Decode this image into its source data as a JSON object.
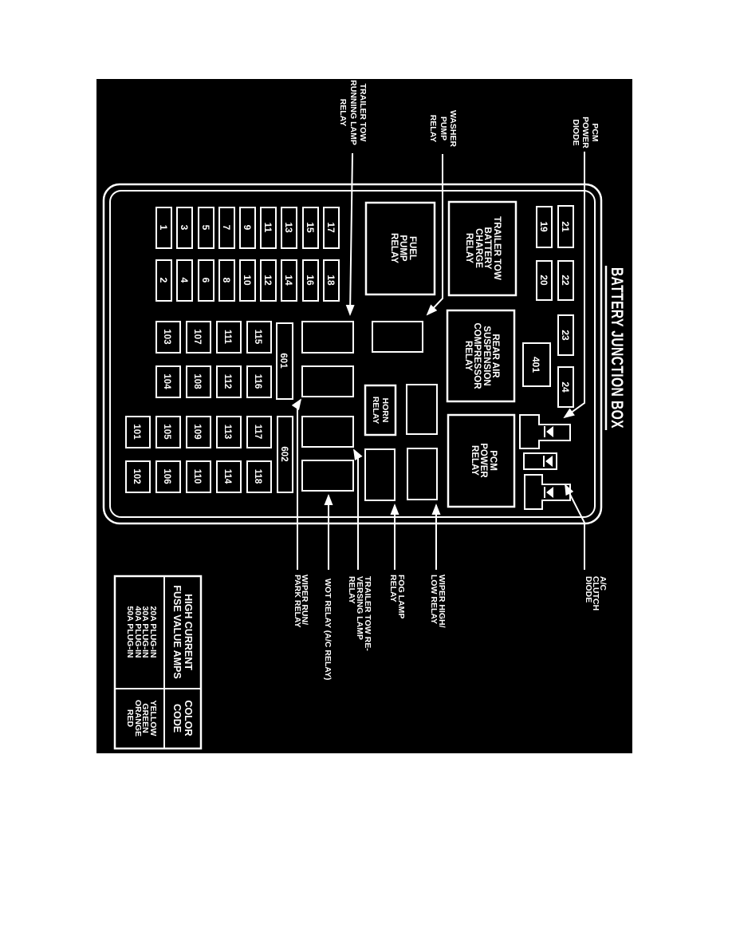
{
  "colors": {
    "page_background": "#ffffff",
    "diagram_background": "#000000",
    "line_and_text": "#ffffff"
  },
  "title": "BATTERY JUNCTION BOX",
  "callouts": {
    "pcm_diode": [
      "PCM",
      "POWER",
      "DIODE"
    ],
    "washer": [
      "WASHER",
      "PUMP",
      "RELAY"
    ],
    "trailer_running": [
      "TRAILER TOW",
      "RUNNING LAMP",
      "RELAY"
    ],
    "ac_diode": [
      "A/C",
      "CLUTCH",
      "DIODE"
    ],
    "wiper_hilo": [
      "WIPER HIGH/",
      "LOW RELAY"
    ],
    "fog": [
      "FOG LAMP",
      "RELAY"
    ],
    "trailer_reversing": [
      "TRAILER TOW RE-",
      "VERSING LAMP",
      "RELAY"
    ],
    "wot": "WOT RELAY  (A/C RELAY)",
    "wiper_run": [
      "WIPER RUN/",
      "PARK RELAY"
    ]
  },
  "relays": {
    "trailer_charge": [
      "TRAILER TOW",
      "BATTERY",
      "CHARGE",
      "RELAY"
    ],
    "rear_air": [
      "REAR AIR",
      "SUSPENSION",
      "COMPRESSOR",
      "RELAY"
    ],
    "pcm_power": [
      "PCM",
      "POWER",
      "RELAY"
    ],
    "fuel_pump": [
      "FUEL",
      "PUMP",
      "RELAY"
    ],
    "horn": [
      "HORN",
      "RELAY"
    ]
  },
  "fuses": {
    "odd_column": [
      "17",
      "15",
      "13",
      "11",
      "9",
      "7",
      "5",
      "3",
      "1"
    ],
    "even_column": [
      "18",
      "16",
      "14",
      "12",
      "10",
      "8",
      "6",
      "4",
      "2"
    ],
    "top_row": [
      "21",
      "22",
      "23",
      "24"
    ],
    "second_row": [
      "19",
      "20"
    ],
    "maxi_column_1": [
      "115",
      "111",
      "107",
      "103"
    ],
    "maxi_column_2": [
      "116",
      "112",
      "108",
      "104"
    ],
    "maxi_column_3": [
      "117",
      "113",
      "109",
      "105",
      "101"
    ],
    "maxi_column_4": [
      "118",
      "114",
      "110",
      "106",
      "102"
    ],
    "f401": "401",
    "f601": "601",
    "f602": "602"
  },
  "legend_table": {
    "header_left": [
      "HIGH CURRENT",
      "FUSE VALUE AMPS"
    ],
    "header_right": [
      "COLOR",
      "CODE"
    ],
    "amp_rows": [
      "20A PLUG-IN",
      "30A PLUG-IN",
      "40A PLUG-IN",
      "50A PLUG-IN"
    ],
    "color_rows": [
      "YELLOW",
      "GREEN",
      "ORANGE",
      "RED"
    ]
  }
}
